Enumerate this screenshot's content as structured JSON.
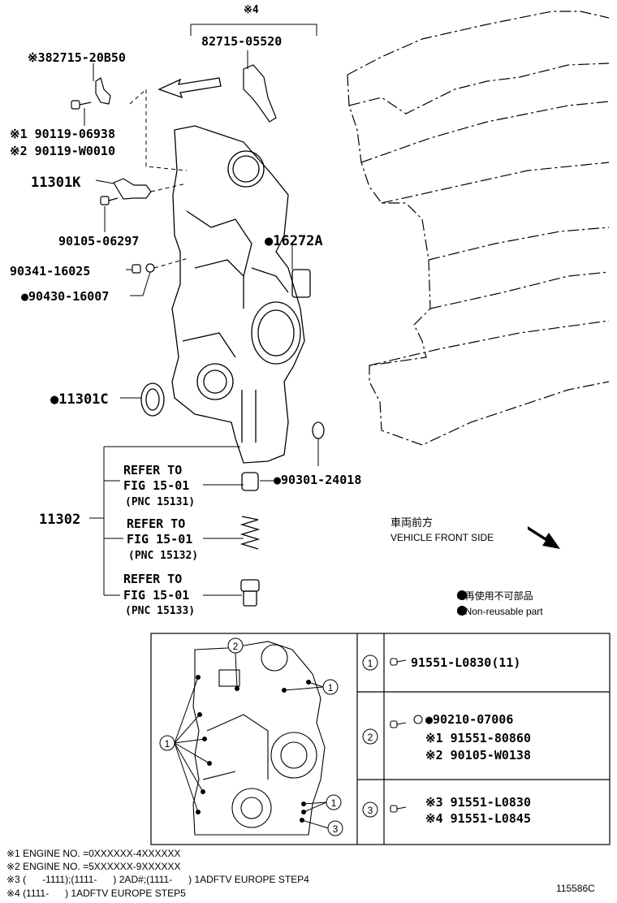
{
  "callouts": {
    "note4_marker": "※4",
    "p82715_05520": "82715-05520",
    "p82715_20B50": "※382715-20B50",
    "p90119_06938": "※1 90119-06938",
    "p90119_W0010": "※2 90119-W0010",
    "p11301K": "11301K",
    "p90105_06297": "90105-06297",
    "p16272A": "●16272A",
    "p90341_16025": "90341-16025",
    "p90430_16007": "●90430-16007",
    "p11301C": "●11301C",
    "p90301_24018": "●90301-24018",
    "p11302": "11302"
  },
  "refers": [
    {
      "line1": "REFER TO",
      "line2": "FIG 15-01",
      "pnc": "(PNC 15131)"
    },
    {
      "line1": "REFER TO",
      "line2": "FIG 15-01",
      "pnc": "(PNC 15132)"
    },
    {
      "line1": "REFER TO",
      "line2": "FIG 15-01",
      "pnc": "(PNC 15133)"
    }
  ],
  "direction": {
    "jp": "車両前方",
    "en": "VEHICLE FRONT SIDE"
  },
  "legend": {
    "jp": "● 再使用不可部品",
    "en": "● Non-reusable part"
  },
  "table": {
    "row1": {
      "num": "1",
      "part": "91551-L0830(11)"
    },
    "row2": {
      "num": "2",
      "part_a": "●90210-07006",
      "part_b": "※1 91551-80860",
      "part_c": "※2 90105-W0138"
    },
    "row3": {
      "num": "3",
      "part_a": "※3 91551-L0830",
      "part_b": "※4 91551-L0845"
    }
  },
  "inset_markers": {
    "m1": "1",
    "m2": "2",
    "m3": "3"
  },
  "footnotes": [
    "※1 ENGINE NO. =0XXXXXX-4XXXXXX",
    "※2 ENGINE NO. =5XXXXXX-9XXXXXX",
    "※3 (      -1111);(1111-      ) 2AD#;(1111-      ) 1ADFTV EUROPE STEP4",
    "※4 (1111-      ) 1ADFTV EUROPE STEP5"
  ],
  "figure_id": "115586C"
}
